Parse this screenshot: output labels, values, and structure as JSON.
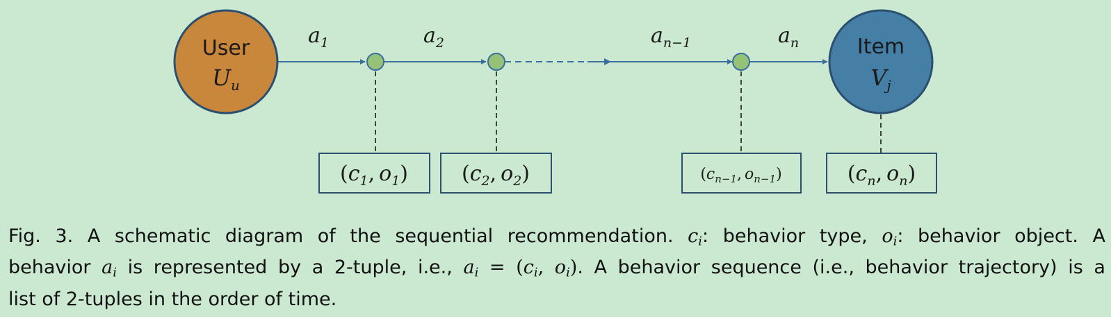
{
  "colors": {
    "background": "#cbe8d1",
    "user_fill": "#c8873b",
    "item_fill": "#467fa6",
    "node_fill": "#95c277",
    "line": "#3a6e9c",
    "stroke_dark": "#2b4f6e"
  },
  "diagram": {
    "user": {
      "label": "User",
      "symbol": "U",
      "subscript": "u"
    },
    "item": {
      "label": "Item",
      "symbol": "V",
      "subscript": "j"
    },
    "actions": [
      {
        "symbol": "a",
        "subscript": "1"
      },
      {
        "symbol": "a",
        "subscript": "2"
      },
      {
        "symbol": "a",
        "subscript": "n−1"
      },
      {
        "symbol": "a",
        "subscript": "n"
      }
    ],
    "tuples": [
      {
        "c": "c",
        "c_sub": "1",
        "o": "o",
        "o_sub": "1"
      },
      {
        "c": "c",
        "c_sub": "2",
        "o": "o",
        "o_sub": "2"
      },
      {
        "c": "c",
        "c_sub": "n−1",
        "o": "o",
        "o_sub": "n−1"
      },
      {
        "c": "c",
        "c_sub": "n",
        "o": "o",
        "o_sub": "n"
      }
    ]
  },
  "caption": {
    "fig_label": "Fig. 3.",
    "t1": "A schematic diagram of the sequential recommendation.",
    "c_sym": "c",
    "i_sub": "i",
    "t2": ": behavior type,",
    "o_sym": "o",
    "t3": ": behavior object. A",
    "t4": "behavior",
    "a_sym": "a",
    "t5": "is represented by a 2-tuple, i.e.,",
    "eq": "=",
    "lparen": "(",
    "comma": ",",
    "rparen": ")",
    "t6": ". A behavior sequence (i.e., behavior trajectory) is a",
    "t7": "list of 2-tuples in the order of time."
  }
}
